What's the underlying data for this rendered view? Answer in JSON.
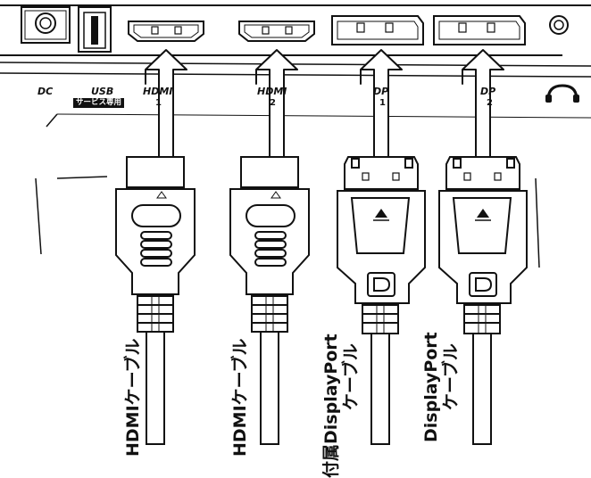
{
  "ports": [
    {
      "id": "dc",
      "label": "DC",
      "number": ""
    },
    {
      "id": "usb",
      "label": "USB",
      "number": "",
      "badge": "サービス専用"
    },
    {
      "id": "hdmi1",
      "label": "HDMI",
      "number": "1"
    },
    {
      "id": "hdmi2",
      "label": "HDMI",
      "number": "2"
    },
    {
      "id": "dp1",
      "label": "DP",
      "number": "1"
    },
    {
      "id": "dp2",
      "label": "DP",
      "number": "2"
    }
  ],
  "cables": [
    {
      "id": "hdmi-cable-1",
      "lines": [
        "HDMIケーブル"
      ]
    },
    {
      "id": "hdmi-cable-2",
      "lines": [
        "HDMIケーブル"
      ]
    },
    {
      "id": "dp-cable-included",
      "lines": [
        "付属DisplayPort",
        "ケーブル"
      ]
    },
    {
      "id": "dp-cable",
      "lines": [
        "DisplayPort",
        "ケーブル"
      ]
    }
  ],
  "icons": [
    "headphone-icon",
    "audio-jack-icon",
    "up-arrow-icon",
    "dp-logo-icon"
  ]
}
